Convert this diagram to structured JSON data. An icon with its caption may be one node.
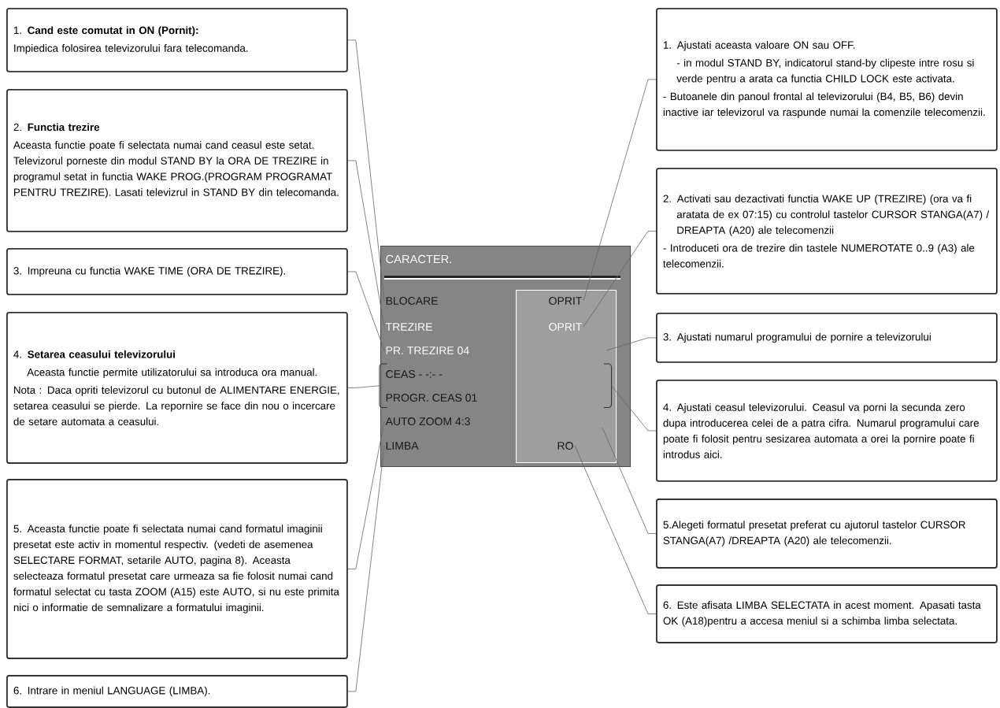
{
  "diagram": {
    "nodes": [
      {
        "text": [
          "1. **Cand este comutat in ON (Pornit):**",
          "Impiedica folosirea televizorului fara telecomanda."
        ]
      },
      {
        "text": [
          "2. **Functia trezire**",
          "Aceasta functie poate fi selectata numai cand ceasul este setat. Televizorul porneste din modul STAND BY la ORA DE TREZIRE in programul setat in functia WAKE PROG.(PROGRAM PROGRAMAT PENTRU TREZIRE). Lasati televizrul in STAND BY din telecomanda."
        ]
      },
      {
        "text": [
          "3. Impreuna cu functia WAKE TIME (ORA DE TREZIRE)."
        ]
      },
      {
        "text": [
          "4. **Setarea ceasului televizorului**",
          "Aceasta functie permite utilizatorului sa introduca ora manual.",
          "Nota : Daca opriti televizorul cu butonul de ALIMENTARE ENERGIE, setarea ceasului se pierde. La repornire se face din nou o incercare de setare automata a ceasului."
        ]
      },
      {
        "text": [
          "5. Aceasta functie poate fi selectata numai cand formatul imaginii presetat este activ in momentul respectiv. (vedeti de asemenea SELECTARE FORMAT, setarile AUTO, pagina 8). Aceasta selecteaza formatul presetat care urmeaza sa fie folosit numai cand formatul selectat cu tasta  ZOOM (A15) este AUTO, si nu este primita nici o informatie de semnalizare a formatului imaginii."
        ]
      },
      {
        "text": [
          "6. Intrare in meniul LANGUAGE (LIMBA)."
        ]
      },
      {
        "text": [
          "1. Ajustati aceasta valoare ON sau OFF.",
          "- in modul STAND BY, indicatorul stand-by clipeste intre rosu si verde pentru a arata ca functia CHILD LOCK este activata.",
          "- Butoanele din panoul frontal al televizorului (B4, B5, B6) devin inactive iar televizorul va raspunde numai la comenzile telecomenzii."
        ]
      },
      {
        "text": [
          "2. Activati sau dezactivati functia WAKE UP (TREZIRE) (ora va fi aratata de ex 07:15) cu controlul tastelor CURSOR STANGA(A7) / DREAPTA (A20) ale telecomenzii",
          "- Introduceti ora de trezire din tastele NUMEROTATE 0..9 (A3) ale telecomenzii."
        ]
      },
      {
        "text": [
          "3. Ajustati numarul programului de pornire a televizorului"
        ]
      },
      {
        "text": [
          "4. Ajustati ceasul televizorului. Ceasul va porni la secunda zero dupa introducerea celei de a patra cifra. Numarul programului care poate fi folosit pentru sesizarea automata a orei la pornire poate fi introdus aici."
        ]
      },
      {
        "text": [
          "5.Alegeti formatul presetat preferat cu ajutorul tastelor CURSOR STANGA(A7) /DREAPTA (A20) ale  telecomenzii."
        ]
      },
      {
        "text": [
          "6. Este afisata LIMBA SELECTATA in acest moment. Apasati tasta OK (A18)pentru a accesa meniul si a schimba limba selectata."
        ]
      },
      {
        "text": [
          "CARACTER."
        ]
      },
      {
        "text": [],
        "shape": "box",
        "in": 12
      },
      {
        "text": [
          "BLOCARE"
        ],
        "in": 12
      },
      {
        "text": [
          "TREZIRE"
        ],
        "in": 12
      },
      {
        "text": [
          "PR. TREZIRE  04"
        ],
        "in": 12
      },
      {
        "text": [
          "CEAS  - -:- -"
        ],
        "in": 12
      },
      {
        "text": [
          "PROGR. CEAS   01"
        ],
        "in": 12
      },
      {
        "text": [
          "AUTO ZOOM  4:3"
        ],
        "in": 12
      },
      {
        "text": [
          "LIMBA"
        ],
        "in": 12
      },
      {
        "text": [
          "OPRIT"
        ],
        "in": 13
      },
      {
        "text": [
          "OPRIT"
        ],
        "in": 13
      },
      {
        "text": [
          "RO"
        ],
        "in": 13
      },
      {
        "text": [],
        "shape": "bracket",
        "in": 12
      },
      {
        "text": [],
        "shape": "bracket",
        "in": 13
      }
    ],
    "edges": [
      {
        "from": 0,
        "to": 14,
        "arrow": "none"
      },
      {
        "from": 1,
        "to": 15,
        "arrow": "none"
      },
      {
        "from": 2,
        "to": 16,
        "arrow": "none"
      },
      {
        "from": 3,
        "to": 24,
        "arrow": "none"
      },
      {
        "from": 4,
        "to": 19,
        "arrow": "none"
      },
      {
        "from": 5,
        "to": 20,
        "arrow": "none"
      },
      {
        "from": 6,
        "to": 21,
        "arrow": "none"
      },
      {
        "from": 7,
        "to": 22,
        "arrow": "none"
      },
      {
        "from": 8,
        "to": 13,
        "arrow": "none"
      },
      {
        "from": 9,
        "to": 25,
        "arrow": "none"
      },
      {
        "from": 10,
        "to": 13,
        "arrow": "none"
      },
      {
        "from": 11,
        "to": 23,
        "arrow": "none"
      }
    ]
  }
}
